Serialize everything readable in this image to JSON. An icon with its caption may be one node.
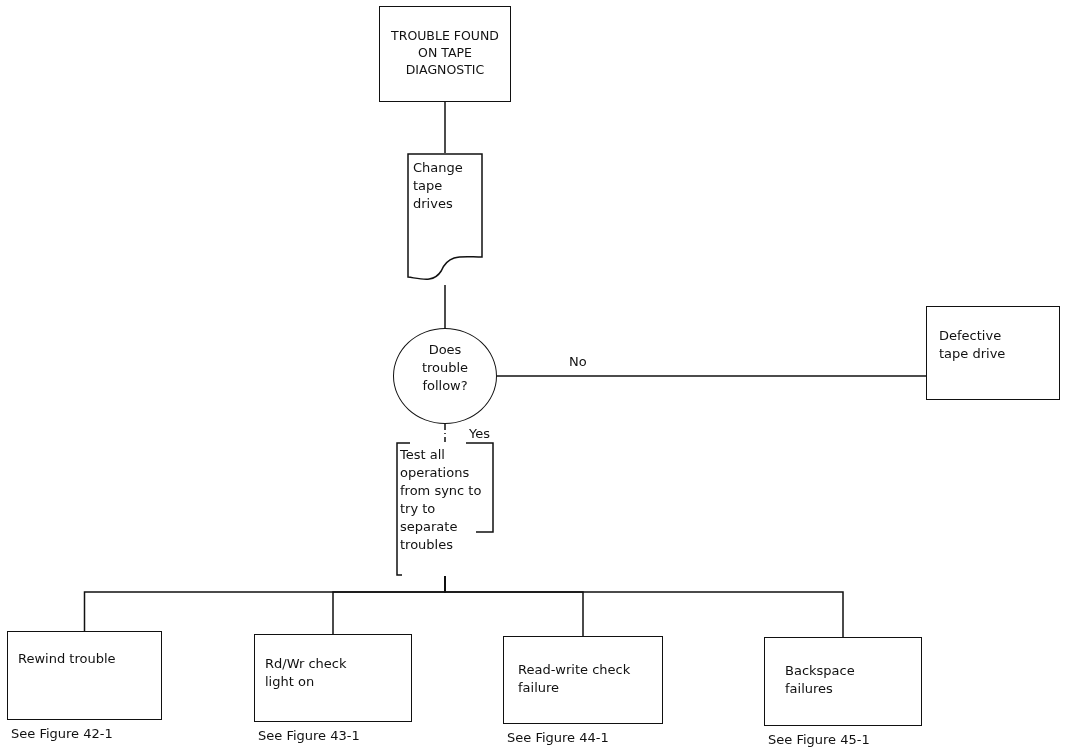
{
  "diagram": {
    "nodes": [
      {
        "text": [
          "TROUBLE FOUND ON TAPE DIAGNOSTIC"
        ]
      },
      {
        "text": [
          "Change tape drives"
        ]
      },
      {
        "text": [
          "Does trouble follow?"
        ]
      },
      {
        "text": [
          "Test all operations from sync to try to separate troubles"
        ]
      },
      {
        "text": [
          "Defective tape drive"
        ]
      },
      {
        "text": [
          "Rewind trouble"
        ],
        "beside": [
          "See Figure 42-1"
        ]
      },
      {
        "text": [
          "Rd/Wr check light on"
        ],
        "beside": [
          "See Figure 43-1"
        ]
      },
      {
        "text": [
          "Read-write check failure"
        ],
        "beside": [
          "See Figure 44-1"
        ]
      },
      {
        "text": [
          "Backspace failures"
        ],
        "beside": [
          "See Figure 45-1"
        ]
      }
    ],
    "edges": [
      {
        "from": 0,
        "to": 1,
        "arrow": "none"
      },
      {
        "from": 1,
        "to": 2,
        "arrow": "none"
      },
      {
        "from": 2,
        "to": 4,
        "arrow": "none",
        "label": "No"
      },
      {
        "from": 2,
        "to": 3,
        "arrow": "none",
        "label": "Yes",
        "style": "dashed"
      },
      {
        "from": 3,
        "to": 5,
        "arrow": "none"
      },
      {
        "from": 3,
        "to": 6,
        "arrow": "none"
      },
      {
        "from": 3,
        "to": 7,
        "arrow": "none"
      },
      {
        "from": 3,
        "to": 8,
        "arrow": "none"
      }
    ]
  }
}
